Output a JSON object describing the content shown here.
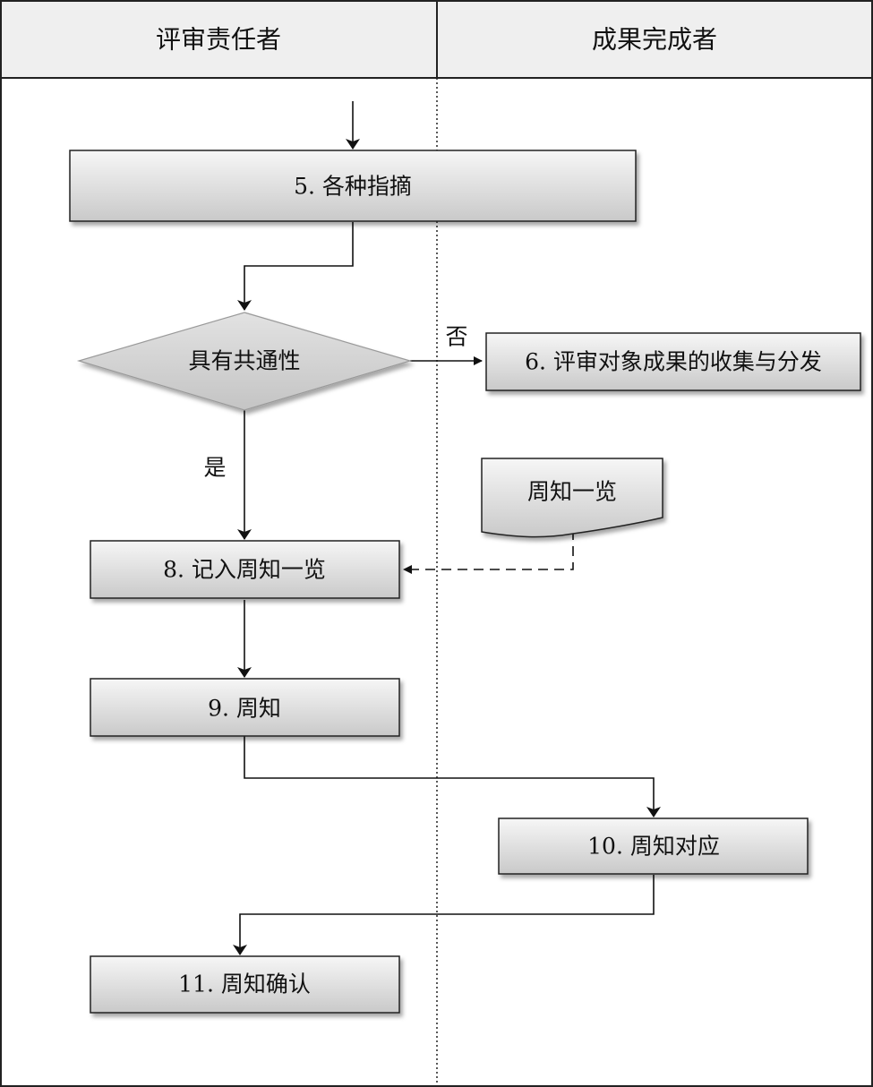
{
  "lanes": [
    {
      "title": "评审责任者"
    },
    {
      "title": "成果完成者"
    }
  ],
  "nodes": {
    "step5": "5. 各种指摘",
    "decision": "具有共通性",
    "step6": "6. 评审对象成果的收集与分发",
    "doc": "周知一览",
    "step8": "8. 记入周知一览",
    "step9": "9. 周知",
    "step10": "10. 周知对应",
    "step11": "11. 周知确认"
  },
  "edge_labels": {
    "no": "否",
    "yes": "是"
  }
}
